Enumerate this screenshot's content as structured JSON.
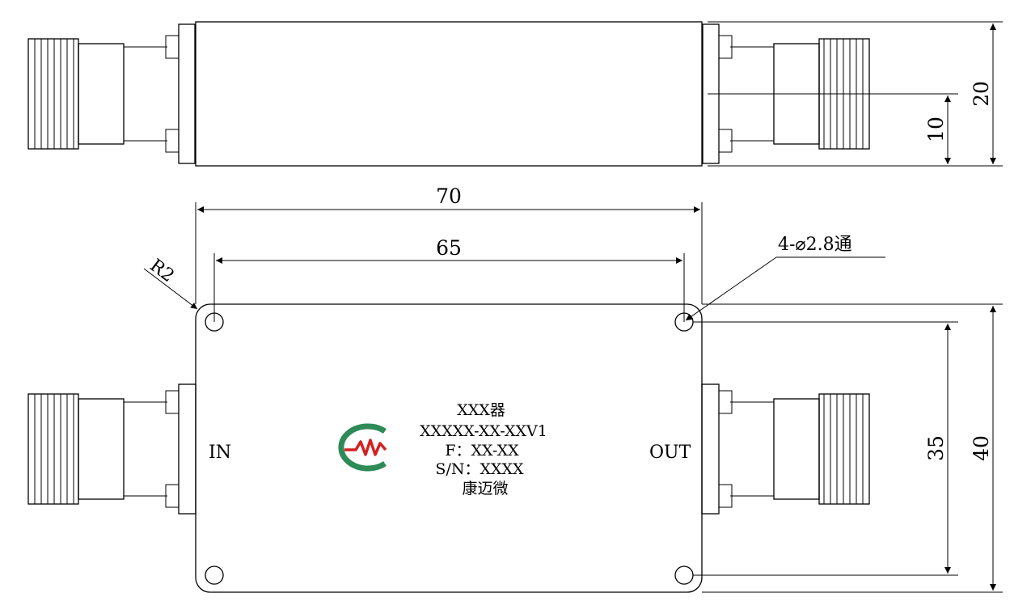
{
  "dimensions": {
    "length_outer": "70",
    "length_holes": "65",
    "corner_radius": "R2",
    "holes": "4-⌀2.8通",
    "height_top": "20",
    "center_top": "10",
    "width_outer": "40",
    "width_holes": "35"
  },
  "ports": {
    "input": "IN",
    "output": "OUT"
  },
  "nameplate": {
    "product": "XXX器",
    "model": "XXXXX-XX-XXV1",
    "frequency": "F：XX-XX",
    "serial": "S/N：XXXX",
    "brand": "康迈微"
  },
  "colors": {
    "line": "#000000",
    "logo_green": "#2e8a57",
    "logo_red": "#d42020"
  }
}
